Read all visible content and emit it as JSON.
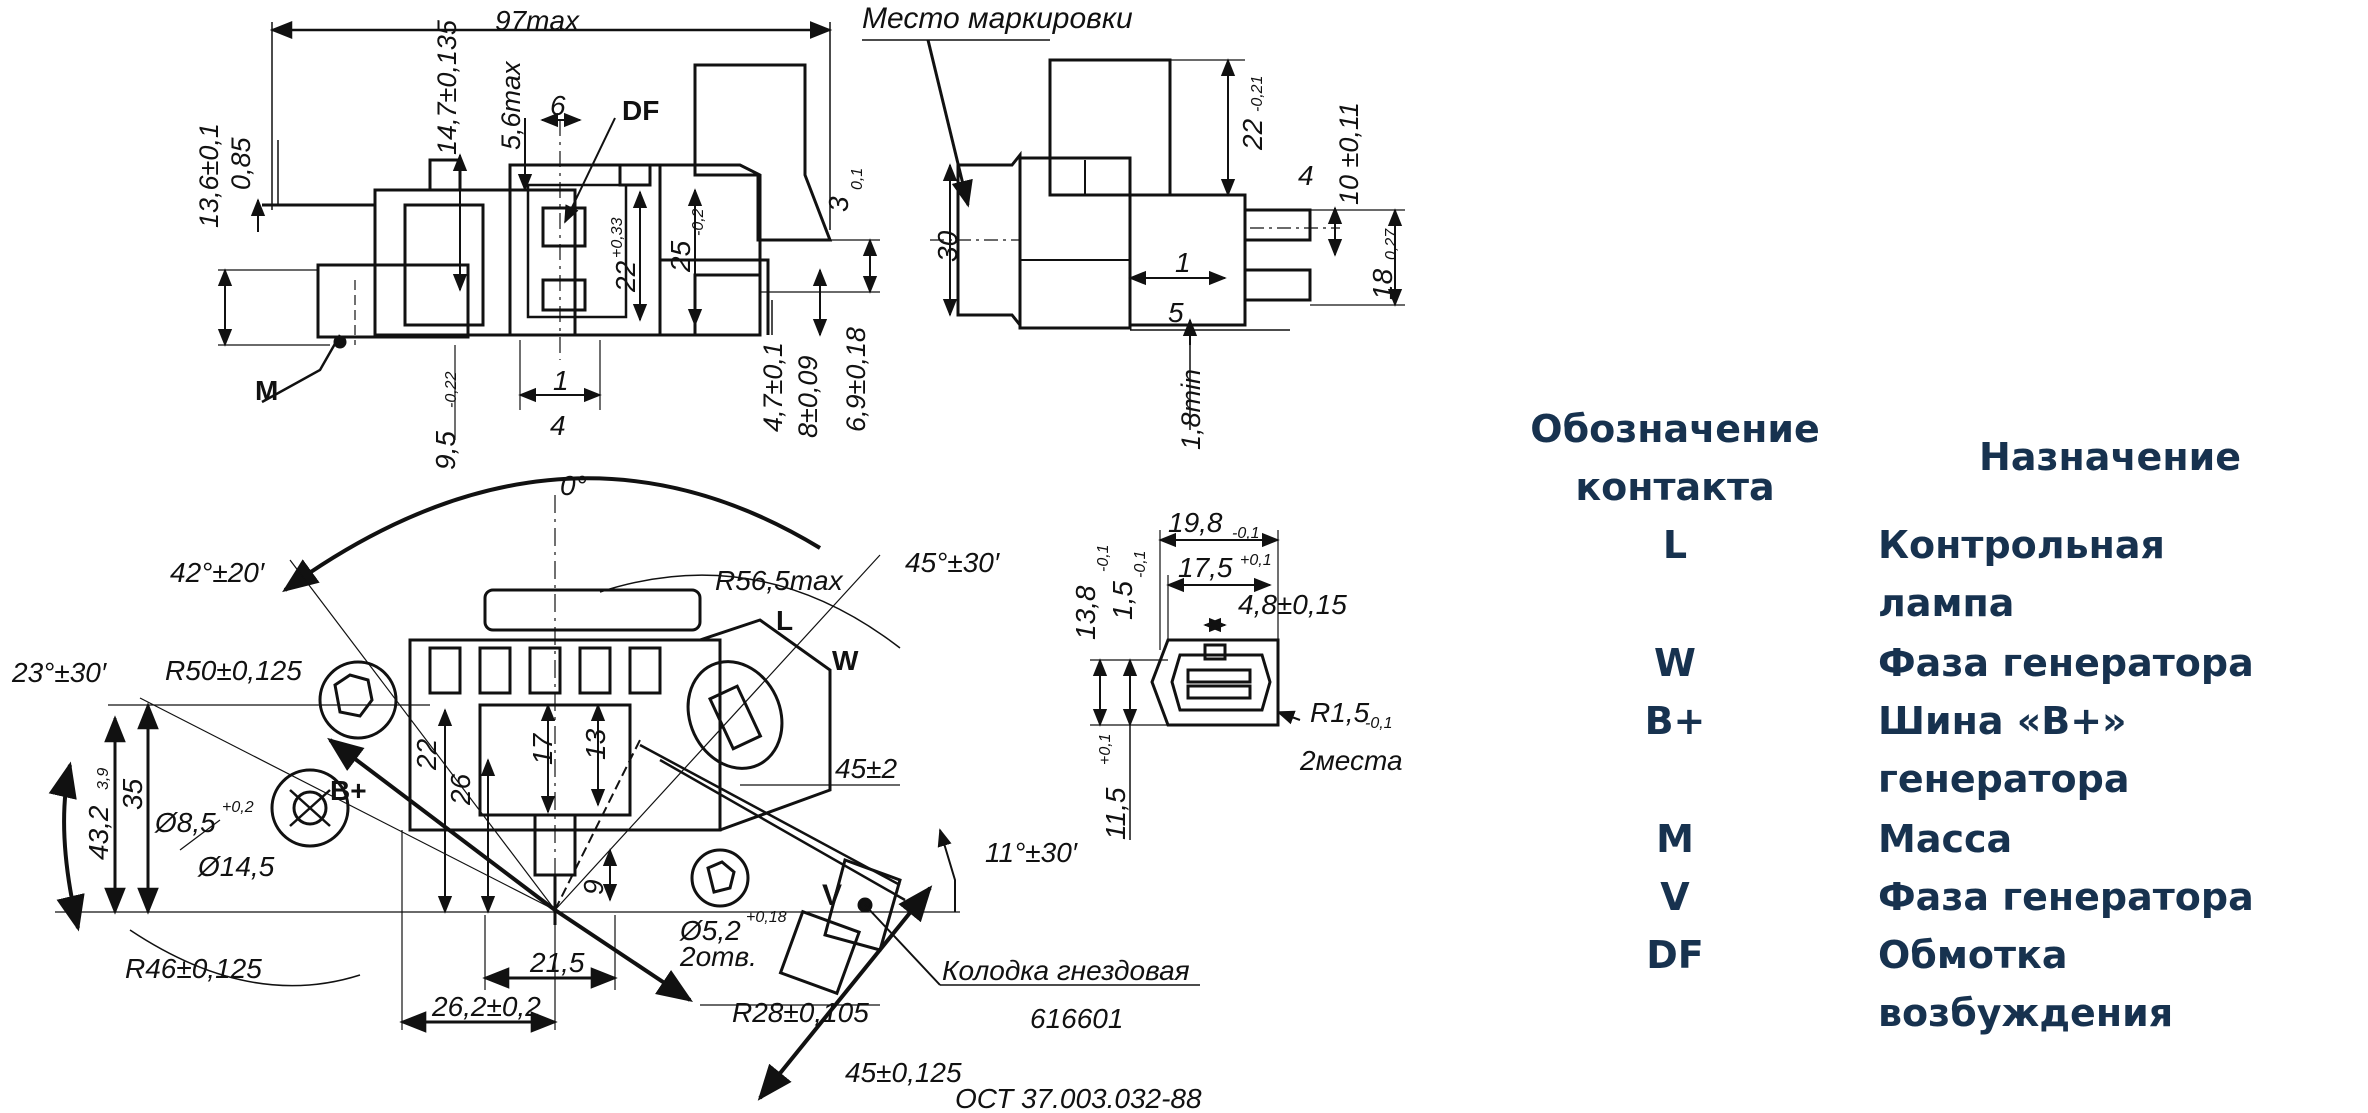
{
  "top_view": {
    "dims": {
      "d97max": "97max",
      "d13_6": "13,6±0,1",
      "d0_85": "0,85",
      "d14_7": "14,7±0,135",
      "d5_6": "5,6max",
      "d6": "6",
      "d3": "3",
      "d3_tol": "0,1",
      "d25": "25",
      "d25_tol": "-0,2",
      "d22": "22",
      "d22_tol": "+0,33",
      "d9_5": "9,5",
      "d9_5_tol": "-0,22",
      "d1": "1",
      "d4": "4",
      "d4_7": "4,7±0,1",
      "d8": "8±0,09",
      "d6_9": "6,9±0,18"
    },
    "labels": {
      "df": "DF",
      "m": "M"
    }
  },
  "side_view": {
    "marking_place": "Место маркировки",
    "dims": {
      "d22": "22",
      "d22_tol": "-0,21",
      "d4": "4",
      "d10": "10 ±0,11",
      "d30": "30",
      "d1": "1",
      "d18": "18",
      "d18_tol": "0,27",
      "d5": "5",
      "d1_8": "1,8min"
    }
  },
  "bottom_view": {
    "dims": {
      "a0": "0°",
      "a42": "42°±20′",
      "a45": "45°±30′",
      "r56": "R56,5max",
      "a23": "23°±30′",
      "r50": "R50±0,125",
      "d43": "43,2",
      "d43_tol": "3,9",
      "d35": "35",
      "d22": "22",
      "d26": "26",
      "d17": "17",
      "d13": "13",
      "d8_5": "Ø8,5",
      "d8_5_tol": "+0,2",
      "d14_5": "Ø14,5",
      "d45_2": "45±2",
      "a11": "11°±30′",
      "d9": "9",
      "d5_2": "Ø5,2",
      "d5_2_tol": "+0,18",
      "holes": "2отв.",
      "r46": "R46±0,125",
      "d21_5": "21,5",
      "d26_2": "26,2±0,2",
      "r28": "R28±0,105",
      "d45_125": "45±0,125",
      "block_name": "Колодка гнездовая",
      "block_code": "616601",
      "ost": "ОСТ 37.003.032-88"
    },
    "labels": {
      "l": "L",
      "w": "W",
      "bplus": "B+",
      "v": "V"
    }
  },
  "connector_view": {
    "dims": {
      "d19_8": "19,8",
      "d19_8_tol": "-0,1",
      "d17_5": "17,5",
      "d17_5_tol": "+0,1",
      "d13_8": "13,8",
      "d13_8_tol": "-0,1",
      "d1_5": "1,5",
      "d1_5_tol": "-0,1",
      "d4_8": "4,8±0,15",
      "r1_5": "R1,5",
      "r1_5_tol": "-0,1",
      "places": "2места",
      "d11_5": "11,5",
      "d11_5_tol": "+0,1"
    }
  },
  "table": {
    "header_code": [
      "Обозначение",
      "контакта"
    ],
    "header_purpose": "Назначение",
    "rows": [
      {
        "code": "L",
        "purpose": [
          "Контрольная",
          "лампа"
        ]
      },
      {
        "code": "W",
        "purpose": [
          "Фаза генератора"
        ]
      },
      {
        "code": "B+",
        "purpose": [
          "Шина «В+»",
          "генератора"
        ]
      },
      {
        "code": "M",
        "purpose": [
          "Масса"
        ]
      },
      {
        "code": "V",
        "purpose": [
          "Фаза генератора"
        ]
      },
      {
        "code": "DF",
        "purpose": [
          "Обмотка",
          "возбуждения"
        ]
      }
    ]
  },
  "colors": {
    "table_text": "#17324f",
    "line": "#111111"
  }
}
